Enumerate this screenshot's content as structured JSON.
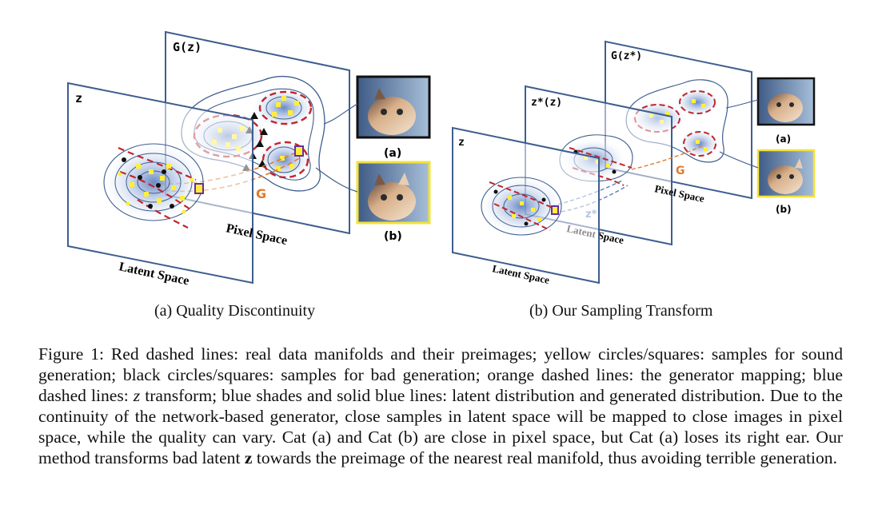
{
  "panel_a": {
    "plane_g": "G(z)",
    "plane_z": "z",
    "pixel_space": "Pixel Space",
    "latent_space": "Latent Space",
    "mapping": "G",
    "cat_a": "(a)",
    "cat_b": "(b)",
    "subcaption": "(a) Quality Discontinuity"
  },
  "panel_b": {
    "plane_g": "G(z*)",
    "plane_mid": "z*(z)",
    "plane_z": "z",
    "pixel_space": "Pixel Space",
    "latent_space_mid": "Latent Space",
    "latent_space": "Latent Space",
    "mapping": "G",
    "transform": "z*",
    "cat_a": "(a)",
    "cat_b": "(b)",
    "subcaption": "(b) Our Sampling Transform"
  },
  "caption": {
    "prefix": "Figure 1: Red dashed lines: real data manifolds and their preimages; yellow circles/squares: samples for sound generation; black circles/squares: samples for bad generation; orange dashed lines: the generator mapping; blue dashed lines: ",
    "z_italic": "z",
    "middle": " transform; blue shades and solid blue lines: latent distribution and generated distribution. Due to the continuity of the network-based generator, close samples in latent space will be mapped to close images in pixel space, while the quality can vary. Cat (a) and Cat (b) are close in pixel space, but Cat (a) loses its right ear. Our method transforms bad latent ",
    "z_bold": "z",
    "suffix": " towards the preimage of the nearest real manifold, thus avoiding terrible generation."
  },
  "colors": {
    "plane_border": "#3f5e8f",
    "manifold": "#c0262d",
    "mapping": "#e07a2e",
    "transform": "#5b7fb8",
    "good_sample": "#ffef3a",
    "bad_sample": "#111111",
    "cat_b_frame": "#f2e23a"
  },
  "icons": [
    "cat-photo-a",
    "cat-photo-b"
  ]
}
